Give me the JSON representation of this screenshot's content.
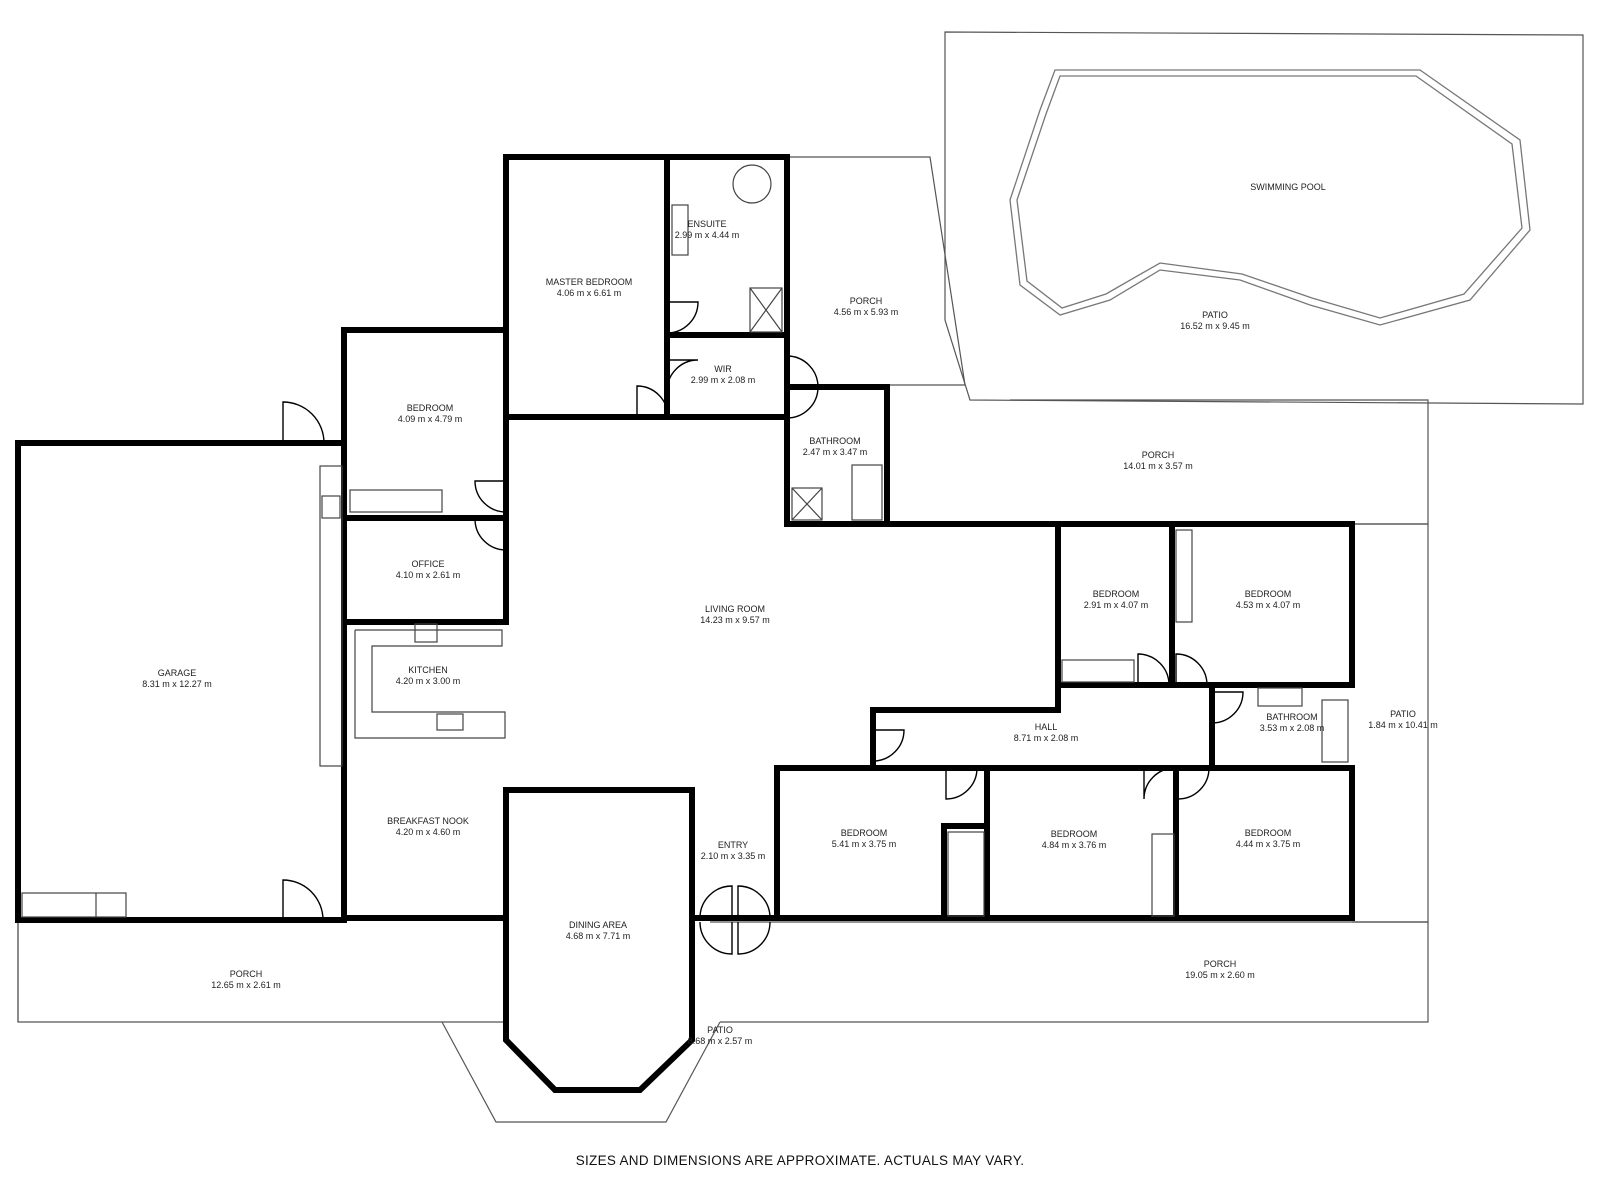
{
  "rooms": [
    {
      "id": "garage",
      "name": "GARAGE",
      "dims": "8.31 m x 12.27 m"
    },
    {
      "id": "bedroom-west",
      "name": "BEDROOM",
      "dims": "4.09 m x 4.79 m"
    },
    {
      "id": "office",
      "name": "OFFICE",
      "dims": "4.10 m x 2.61 m"
    },
    {
      "id": "kitchen",
      "name": "KITCHEN",
      "dims": "4.20 m x 3.00 m"
    },
    {
      "id": "breakfast-nook",
      "name": "BREAKFAST NOOK",
      "dims": "4.20 m x 4.60 m"
    },
    {
      "id": "master-bedroom",
      "name": "MASTER BEDROOM",
      "dims": "4.06 m x 6.61 m"
    },
    {
      "id": "ensuite",
      "name": "ENSUITE",
      "dims": "2.99 m x 4.44 m"
    },
    {
      "id": "wir",
      "name": "WIR",
      "dims": "2.99 m x 2.08 m"
    },
    {
      "id": "porch-north",
      "name": "PORCH",
      "dims": "4.56 m x 5.93 m"
    },
    {
      "id": "bathroom-north",
      "name": "BATHROOM",
      "dims": "2.47 m x 3.47 m"
    },
    {
      "id": "swimming-pool",
      "name": "SWIMMING POOL",
      "dims": ""
    },
    {
      "id": "patio-pool",
      "name": "PATIO",
      "dims": "16.52 m x 9.45 m"
    },
    {
      "id": "porch-east",
      "name": "PORCH",
      "dims": "14.01 m x 3.57 m"
    },
    {
      "id": "living-room",
      "name": "LIVING ROOM",
      "dims": "14.23 m x 9.57 m"
    },
    {
      "id": "bedroom-ne1",
      "name": "BEDROOM",
      "dims": "2.91 m x 4.07 m"
    },
    {
      "id": "bedroom-ne2",
      "name": "BEDROOM",
      "dims": "4.53 m x 4.07 m"
    },
    {
      "id": "patio-east",
      "name": "PATIO",
      "dims": "1.84 m x 10.41 m"
    },
    {
      "id": "hall",
      "name": "HALL",
      "dims": "8.71 m x 2.08 m"
    },
    {
      "id": "bathroom-south",
      "name": "BATHROOM",
      "dims": "3.53 m x 2.08 m"
    },
    {
      "id": "entry",
      "name": "ENTRY",
      "dims": "2.10 m x 3.35 m"
    },
    {
      "id": "bedroom-s1",
      "name": "BEDROOM",
      "dims": "5.41 m x 3.75 m"
    },
    {
      "id": "bedroom-s2",
      "name": "BEDROOM",
      "dims": "4.84 m x 3.76 m"
    },
    {
      "id": "bedroom-s3",
      "name": "BEDROOM",
      "dims": "4.44 m x 3.75 m"
    },
    {
      "id": "dining-area",
      "name": "DINING AREA",
      "dims": "4.68 m x 7.71 m"
    },
    {
      "id": "porch-west",
      "name": "PORCH",
      "dims": "12.65 m x 2.61 m"
    },
    {
      "id": "porch-south",
      "name": "PORCH",
      "dims": "19.05 m x 2.60 m"
    },
    {
      "id": "patio-south",
      "name": "PATIO",
      "dims": "8.68 m x 2.57 m"
    }
  ],
  "footer": {
    "disclaimer": "SIZES AND DIMENSIONS ARE APPROXIMATE. ACTUALS MAY VARY."
  },
  "colors": {
    "wall": "#000000",
    "thin_line": "#555555",
    "background": "#ffffff",
    "text": "#222222"
  }
}
